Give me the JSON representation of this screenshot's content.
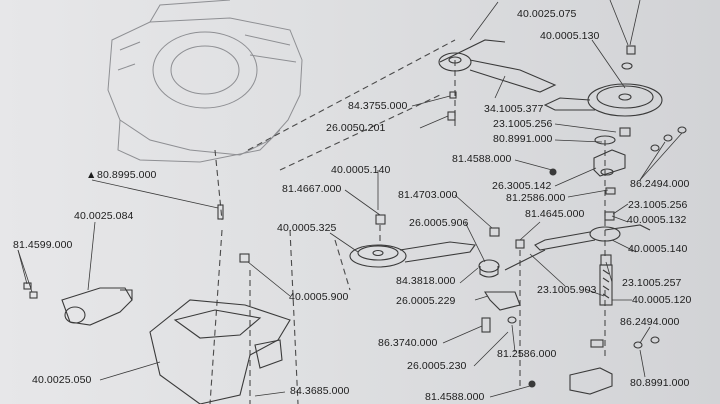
{
  "diagram": {
    "type": "exploded-parts-diagram",
    "warning_symbol": "▲",
    "part_numbers": [
      {
        "id": "p1",
        "text": "40.0025.075"
      },
      {
        "id": "p2",
        "text": "40.0005.130"
      },
      {
        "id": "p3",
        "text": "84.3755.000"
      },
      {
        "id": "p4",
        "text": "26.0050.201"
      },
      {
        "id": "p5",
        "text": "34.1005.377"
      },
      {
        "id": "p6",
        "text": "23.1005.256"
      },
      {
        "id": "p7",
        "text": "80.8991.000"
      },
      {
        "id": "p8",
        "text": "81.4588.000"
      },
      {
        "id": "p9",
        "text": "26.3005.142"
      },
      {
        "id": "p10",
        "text": "86.2494.000"
      },
      {
        "id": "p11",
        "text": "80.8995.000"
      },
      {
        "id": "p12",
        "text": "40.0005.140"
      },
      {
        "id": "p13",
        "text": "81.4667.000"
      },
      {
        "id": "p14",
        "text": "81.4703.000"
      },
      {
        "id": "p15",
        "text": "81.2586.000"
      },
      {
        "id": "p16",
        "text": "23.1005.256"
      },
      {
        "id": "p17",
        "text": "40.0025.084"
      },
      {
        "id": "p18",
        "text": "40.0005.325"
      },
      {
        "id": "p19",
        "text": "26.0005.906"
      },
      {
        "id": "p20",
        "text": "81.4645.000"
      },
      {
        "id": "p21",
        "text": "40.0005.132"
      },
      {
        "id": "p22",
        "text": "81.4599.000"
      },
      {
        "id": "p23",
        "text": "40.0005.140"
      },
      {
        "id": "p24",
        "text": "84.3818.000"
      },
      {
        "id": "p25",
        "text": "23.1005.257"
      },
      {
        "id": "p26",
        "text": "26.0005.229"
      },
      {
        "id": "p27",
        "text": "23.1005.903"
      },
      {
        "id": "p28",
        "text": "40.0005.900"
      },
      {
        "id": "p29",
        "text": "40.0005.120"
      },
      {
        "id": "p30",
        "text": "86.2494.000"
      },
      {
        "id": "p31",
        "text": "86.3740.000"
      },
      {
        "id": "p32",
        "text": "81.2586.000"
      },
      {
        "id": "p33",
        "text": "26.0005.230"
      },
      {
        "id": "p34",
        "text": "80.8991.000"
      },
      {
        "id": "p35",
        "text": "40.0025.050"
      },
      {
        "id": "p36",
        "text": "84.3685.000"
      },
      {
        "id": "p37",
        "text": "81.4588.000"
      }
    ]
  },
  "colors": {
    "background": "#e2e3e5",
    "ink": "#1c1c1c",
    "drawing": "#3a3a3a"
  }
}
